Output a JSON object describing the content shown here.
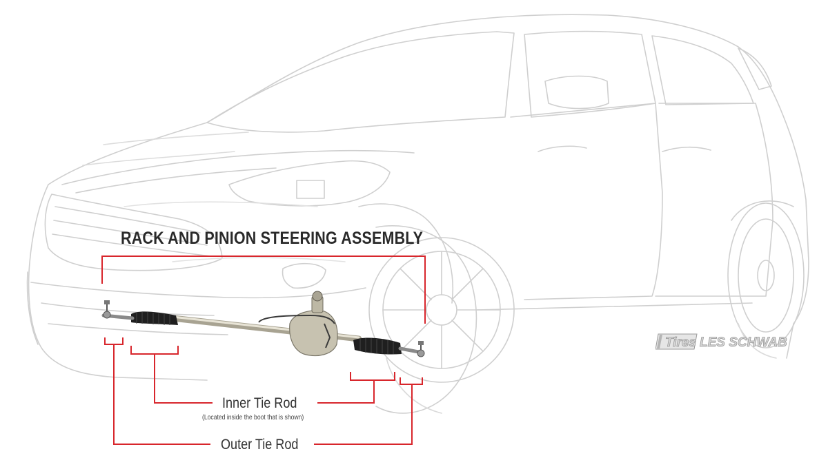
{
  "title": "RACK AND PINION STEERING ASSEMBLY",
  "labels": {
    "inner_tie_rod": "Inner Tie Rod",
    "inner_tie_rod_note": "(Located inside the boot that is shown)",
    "outer_tie_rod": "Outer Tie Rod"
  },
  "logo": {
    "tires": "Tires",
    "brand": "LES SCHWAB"
  },
  "colors": {
    "callout_line": "#d8262c",
    "car_line": "#c9c9c9",
    "boot": "#1f1f1f",
    "rack": "#c9c5b4"
  }
}
